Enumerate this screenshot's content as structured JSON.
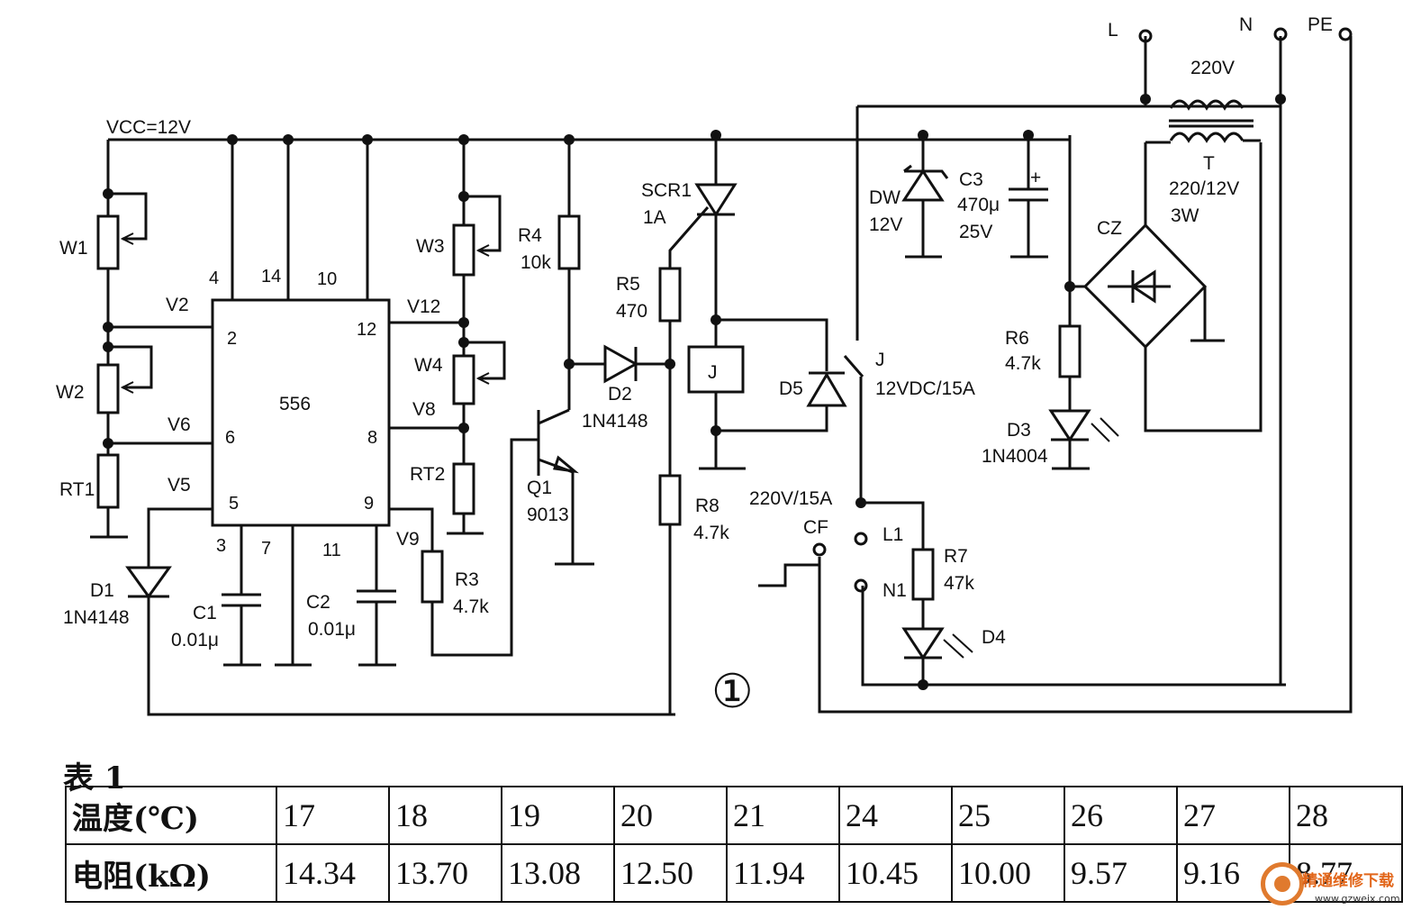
{
  "schematic": {
    "figure_number": "①",
    "labels": {
      "vcc": "VCC=12V",
      "W1": "W1",
      "W2": "W2",
      "RT1": "RT1",
      "W3": "W3",
      "W4": "W4",
      "RT2": "RT2",
      "V2": "V2",
      "V6": "V6",
      "V5": "V5",
      "V12": "V12",
      "V8": "V8",
      "V9": "V9",
      "ic": "556",
      "pin4": "4",
      "pin14": "14",
      "pin10": "10",
      "pin2": "2",
      "pin12": "12",
      "pin6": "6",
      "pin8": "8",
      "pin5": "5",
      "pin9": "9",
      "pin3": "3",
      "pin7": "7",
      "pin11": "11",
      "D1": "D1",
      "D1_val": "1N4148",
      "C1": "C1",
      "C1_val": "0.01μ",
      "C2": "C2",
      "C2_val": "0.01μ",
      "R3": "R3",
      "R3_val": "4.7k",
      "R4": "R4",
      "R4_val": "10k",
      "Q1": "Q1",
      "Q1_val": "9013",
      "D2": "D2",
      "D2_val": "1N4148",
      "R5": "R5",
      "R5_val": "470",
      "SCR1": "SCR1",
      "SCR1_val": "1A",
      "R8": "R8",
      "R8_val": "4.7k",
      "J": "J",
      "J_relay": "J",
      "J_val": "12VDC/15A",
      "D5": "D5",
      "DW": "DW",
      "DW_val": "12V",
      "C3": "C3",
      "C3_val": "470μ",
      "C3_volt": "25V",
      "C3_plus": "+",
      "R6": "R6",
      "R6_val": "4.7k",
      "D3": "D3",
      "D3_val": "1N4004",
      "CZ": "CZ",
      "T": "T",
      "T_val": "220/12V",
      "T_pow": "3W",
      "mains": "220V",
      "L": "L",
      "N": "N",
      "PE": "PE",
      "CF_rating": "220V/15A",
      "CF": "CF",
      "L1": "L1",
      "N1": "N1",
      "R7": "R7",
      "R7_val": "47k",
      "D4": "D4"
    }
  },
  "table": {
    "caption": "表 1",
    "row1_header": "温度(℃)",
    "row2_header": "电阻(kΩ)",
    "temperatures": [
      "17",
      "18",
      "19",
      "20",
      "21",
      "24",
      "25",
      "26",
      "27",
      "28"
    ],
    "resistances": [
      "14.34",
      "13.70",
      "13.08",
      "12.50",
      "11.94",
      "10.45",
      "10.00",
      "9.57",
      "9.16",
      "8.77"
    ]
  },
  "watermark": {
    "text": "精通维修下载",
    "url": "www.gzweix.com"
  }
}
